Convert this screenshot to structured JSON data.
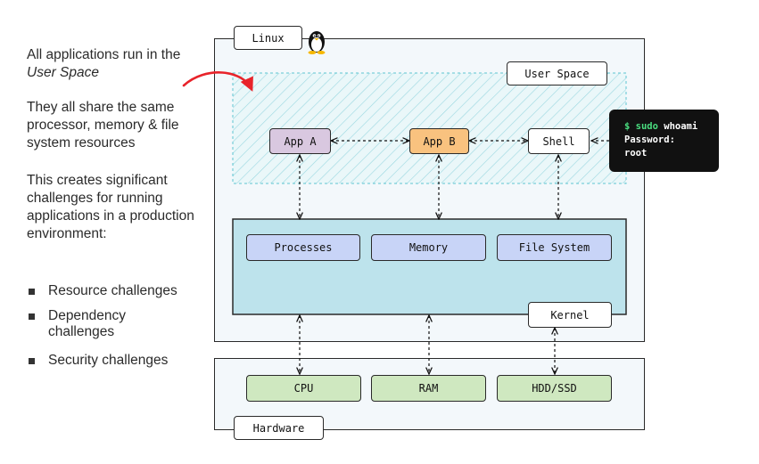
{
  "sidebar": {
    "intro_text": "All applications run in the ",
    "intro_em": "User Space",
    "shared_text": "They all share the same processor, memory & file system resources",
    "challenges_text": "This creates significant challenges for running applications in a production environment:",
    "bullets": [
      "Resource challenges",
      "Dependency challenges",
      "Security challenges"
    ]
  },
  "diagram": {
    "linux_label": "Linux",
    "user_space_label": "User Space",
    "kernel_label": "Kernel",
    "hardware_label": "Hardware",
    "apps": [
      "App A",
      "App B",
      "Shell"
    ],
    "kernel_items": [
      "Processes",
      "Memory",
      "File System"
    ],
    "hardware_items": [
      "CPU",
      "RAM",
      "HDD/SSD"
    ],
    "colors": {
      "app_a": "#d9c8e0",
      "app_b": "#f9c27f",
      "shell": "#ffffff",
      "kernel_bg": "#bde3ec",
      "kernel_item": "#c8d4f7",
      "hardware_item": "#cfe8c0",
      "user_space_hatch": "#8fd4dd",
      "panel_bg": "#f3f8fb",
      "arrow_red": "#e8232a"
    }
  },
  "terminal": {
    "prompt": "$ sudo",
    "command": " whoami",
    "line2": "Password:",
    "line3": "root"
  },
  "icons": [
    "tux-penguin-icon",
    "curved-arrow-icon"
  ]
}
